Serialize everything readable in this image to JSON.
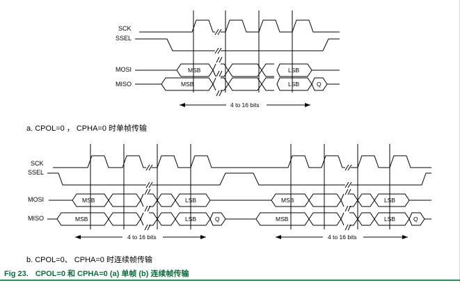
{
  "signals": {
    "sck": "SCK",
    "ssel": "SSEL",
    "mosi": "MOSI",
    "miso": "MISO"
  },
  "segments": {
    "msb": "MSB",
    "lsb": "LSB",
    "q": "Q"
  },
  "span_label": "4 to 16 bits",
  "caption_a": "a.  CPOL=0 ， CPHA=0 时单帧传输",
  "caption_b": "b.  CPOL=0、 CPHA=0 时连续帧传输",
  "figure": {
    "number": "Fig 23.",
    "title": "CPOL=0 和 CPHA=0  (a) 单帧  (b) 连续帧传输"
  },
  "colors": {
    "line": "#000000",
    "caption_green": "#0f6b3d",
    "rule": "#2e8b57"
  }
}
